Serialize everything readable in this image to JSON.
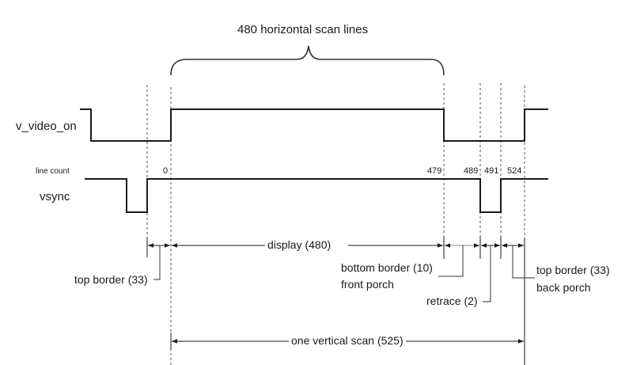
{
  "title": "480 horizontal scan lines",
  "signals": {
    "v_video_on": "v_video_on",
    "line_count": "line count",
    "vsync": "vsync"
  },
  "line_counts": [
    "0",
    "479",
    "489",
    "491",
    "524"
  ],
  "intervals": {
    "display": "display (480)",
    "top_border_left": "top border (33)",
    "bottom_border": "bottom border (10)",
    "front_porch": "front porch",
    "retrace": "retrace (2)",
    "top_border_right": "top border (33)",
    "back_porch": "back porch",
    "one_vertical_scan": "one vertical scan (525)"
  },
  "colors": {
    "line": "#1a1a1a",
    "dashed": "#555555",
    "background": "#ffffff"
  }
}
